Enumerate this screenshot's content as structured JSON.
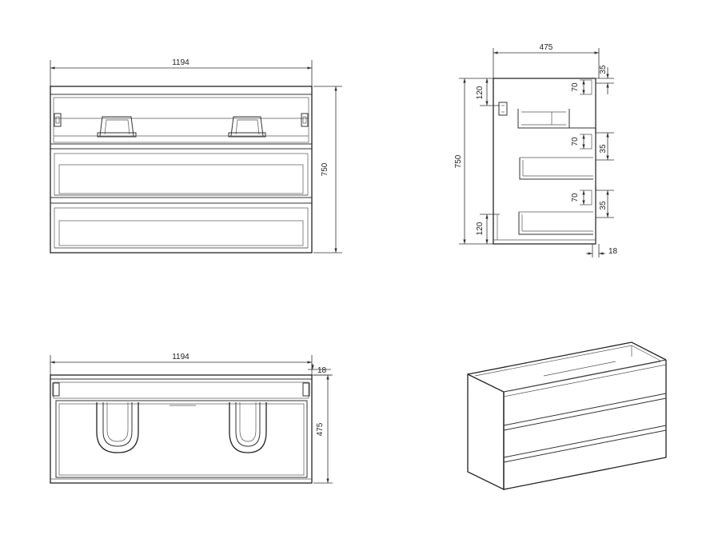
{
  "front_view": {
    "width_label": "1194",
    "height_label": "750"
  },
  "side_view": {
    "depth_label": "475",
    "height_label": "750",
    "top_offset_label": "120",
    "bottom_offset_label": "120",
    "slot_labels": [
      {
        "gap": "70",
        "depth": "35"
      },
      {
        "gap": "70",
        "depth": "35"
      },
      {
        "gap": "70",
        "depth": "35"
      }
    ],
    "panel_label": "18"
  },
  "top_view": {
    "width_label": "1194",
    "depth_label": "475",
    "panel_label": "18"
  }
}
